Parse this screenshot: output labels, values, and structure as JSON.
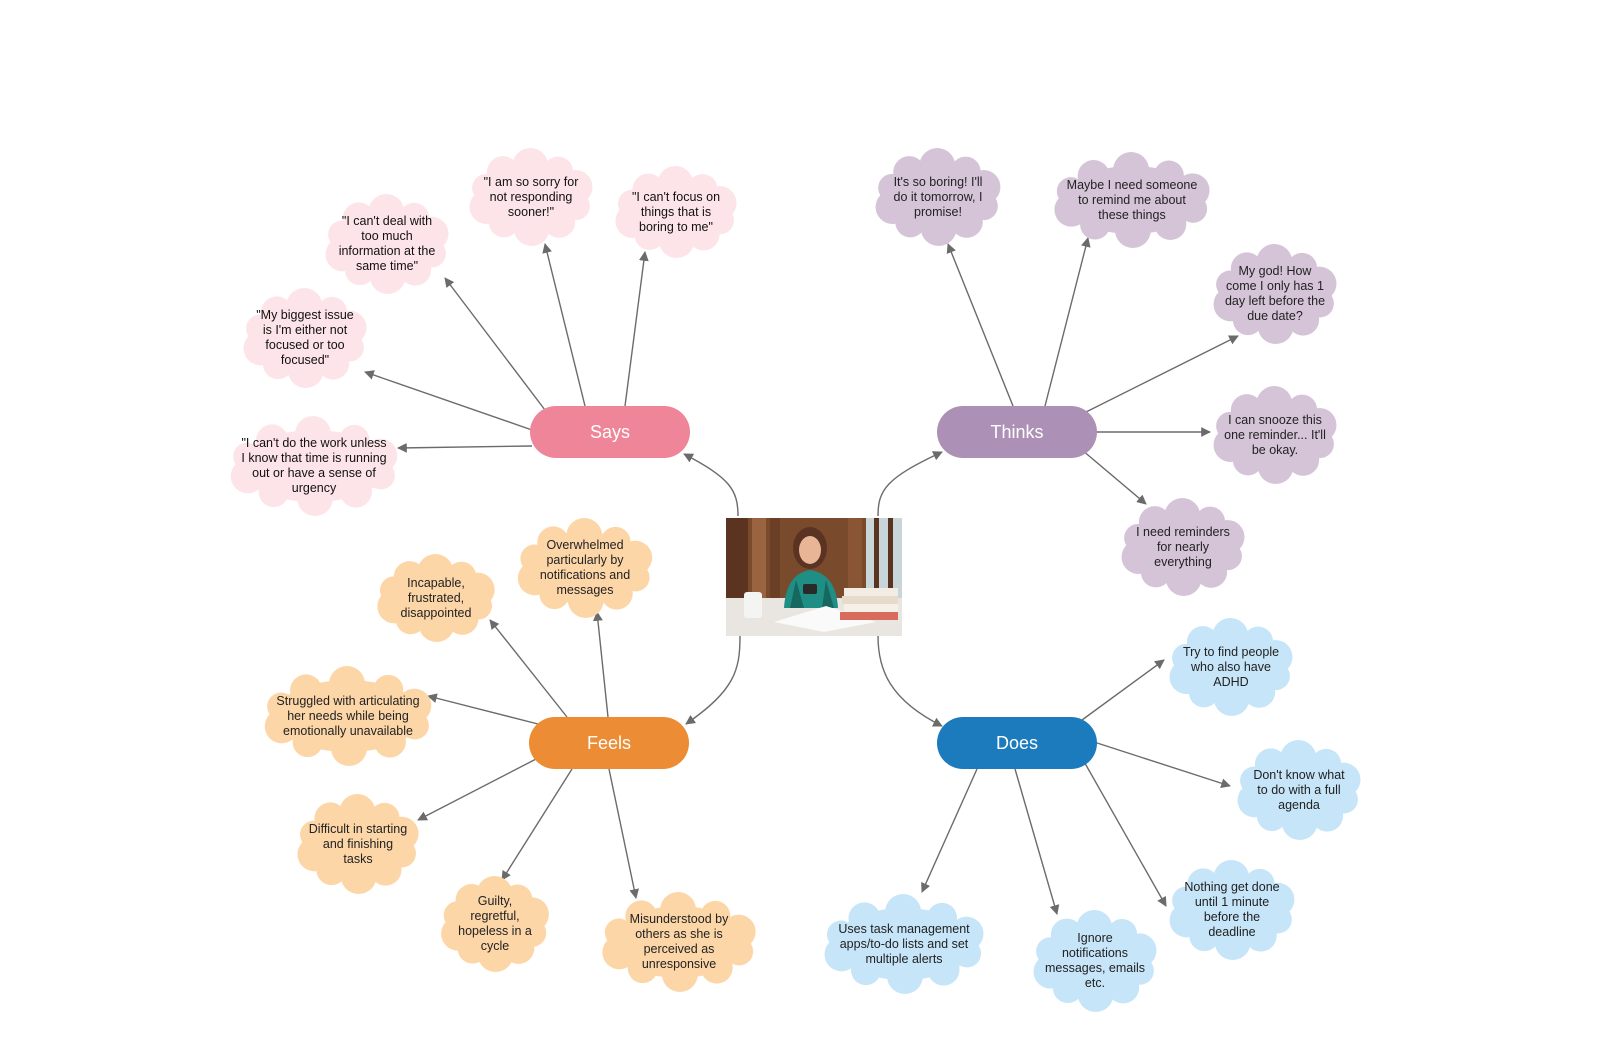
{
  "colors": {
    "says": "#ee8599",
    "thinks": "#ad90b5",
    "feels": "#ec8c34",
    "does": "#1b7bbd",
    "says_cloud": "#fde4e8",
    "thinks_cloud": "#d5c4d8",
    "feels_cloud": "#fdd6a8",
    "does_cloud": "#c6e5f8",
    "edge": "#6b6b6b"
  },
  "central_image": {
    "icon": "student-with-phone-photo"
  },
  "categories": {
    "says": {
      "label": "Says",
      "items": [
        "\"I can't deal with too much information at the same time\"",
        "\"I am so sorry for not responding sooner!\"",
        "\"I can't focus on things that is boring to me\"",
        "\"My biggest issue is I'm either not focused or too focused\"",
        "\"I can't do the work unless I know that time is running out or have a sense of urgency"
      ]
    },
    "thinks": {
      "label": "Thinks",
      "items": [
        "It's so boring! I'll do it tomorrow, I promise!",
        "Maybe I need someone to remind me about these things",
        "My god! How come I only has 1 day left before the due date?",
        "I can snooze this one reminder... It'll be okay.",
        "I need reminders for nearly everything"
      ]
    },
    "feels": {
      "label": "Feels",
      "items": [
        "Overwhelmed particularly by notifications and messages",
        "Incapable, frustrated, disappointed",
        "Struggled with articulating her needs while being emotionally unavailable",
        "Difficult in starting and finishing tasks",
        "Guilty, regretful, hopeless in a cycle",
        "Misunderstood by others as she is perceived as unresponsive"
      ]
    },
    "does": {
      "label": "Does",
      "items": [
        "Try to find people who also have ADHD",
        "Don't know what to do with a full agenda",
        "Nothing get done until 1 minute before the deadline",
        "Ignore notifications messages, emails etc.",
        "Uses task management apps/to-do lists and set multiple alerts"
      ]
    }
  }
}
